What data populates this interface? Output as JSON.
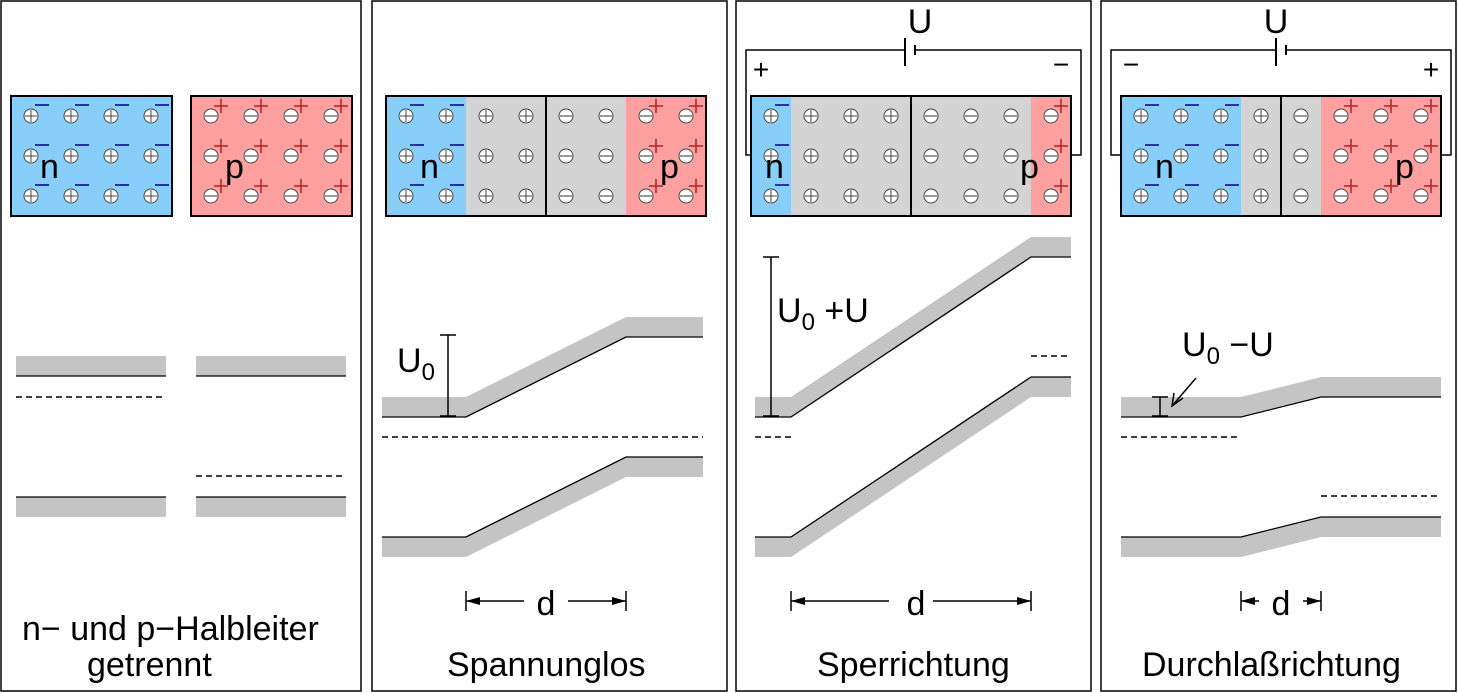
{
  "colors": {
    "n_region": "#87cefa",
    "p_region": "#ffa0a0",
    "depletion": "#d3d3d3",
    "band": "#c4c4c4",
    "electron_sign": "#00008b",
    "hole_sign": "#b22222"
  },
  "region_labels": {
    "n": "n",
    "p": "p"
  },
  "panels": [
    {
      "caption_line1": "n− und p−Halbleiter",
      "caption_line2": "getrennt"
    },
    {
      "caption": "Spannunglos",
      "barrier_label": "U",
      "barrier_sub": "0",
      "width_label": "d"
    },
    {
      "caption": "Sperrichtung",
      "voltage_label": "U",
      "left_terminal": "+",
      "right_terminal": "−",
      "barrier_label": "U",
      "barrier_sub": "0",
      "barrier_suffix": " +U",
      "width_label": "d"
    },
    {
      "caption": "Durchlaßrichtung",
      "voltage_label": "U",
      "left_terminal": "−",
      "right_terminal": "+",
      "barrier_label": "U",
      "barrier_sub": "0",
      "barrier_suffix": " −U",
      "width_label": "d"
    }
  ]
}
